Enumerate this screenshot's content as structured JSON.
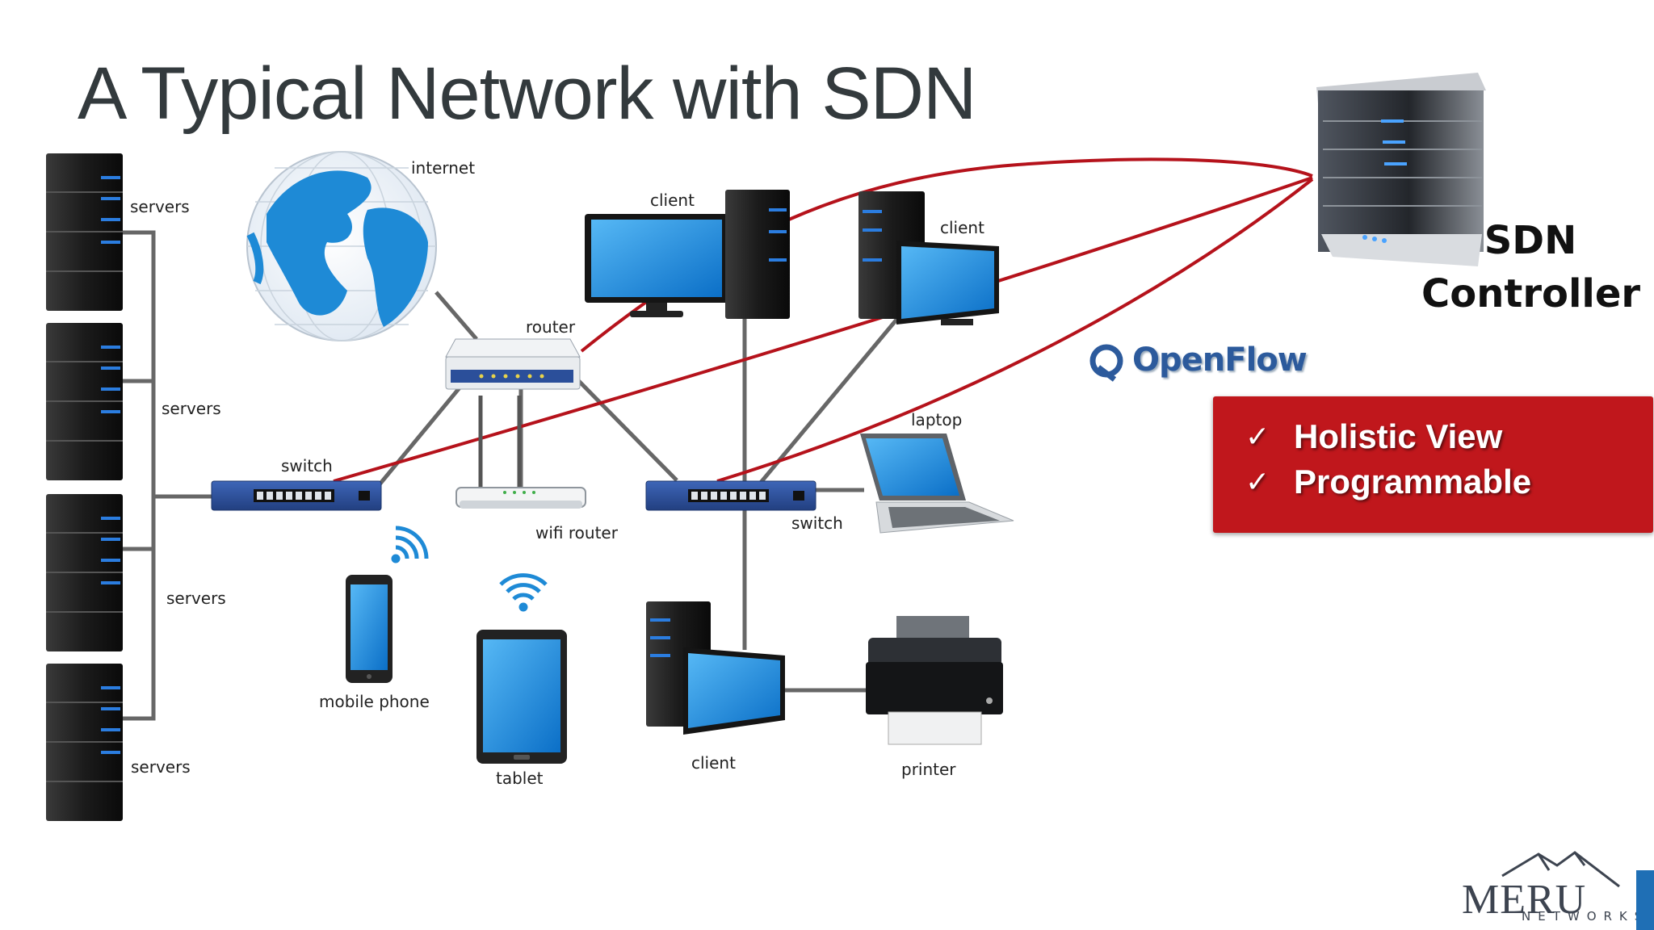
{
  "slide": {
    "title": "A Typical Network with SDN"
  },
  "nodes": {
    "internet": "internet",
    "router": "router",
    "client_top": "client",
    "client_right": "client",
    "client_bottom": "client",
    "servers_1": "servers",
    "servers_2": "servers",
    "servers_3": "servers",
    "servers_4": "servers",
    "switch_left": "switch",
    "switch_right": "switch",
    "wifi_router": "wifi router",
    "laptop": "laptop",
    "mobile_phone": "mobile phone",
    "tablet": "tablet",
    "printer": "printer"
  },
  "controller": {
    "line1": "SDN",
    "line2": "Controller"
  },
  "protocol": {
    "name": "OpenFlow"
  },
  "benefits": [
    "Holistic View",
    "Programmable"
  ],
  "logo": {
    "word": "MERU",
    "sub": "NETWORKS"
  },
  "colors": {
    "title": "#333a3d",
    "control_lines": "#b5121b",
    "benefit_box": "#c0171c",
    "device_screen": "#1e90e0",
    "switch_body": "#2b4f9a",
    "cables": "#666666"
  }
}
